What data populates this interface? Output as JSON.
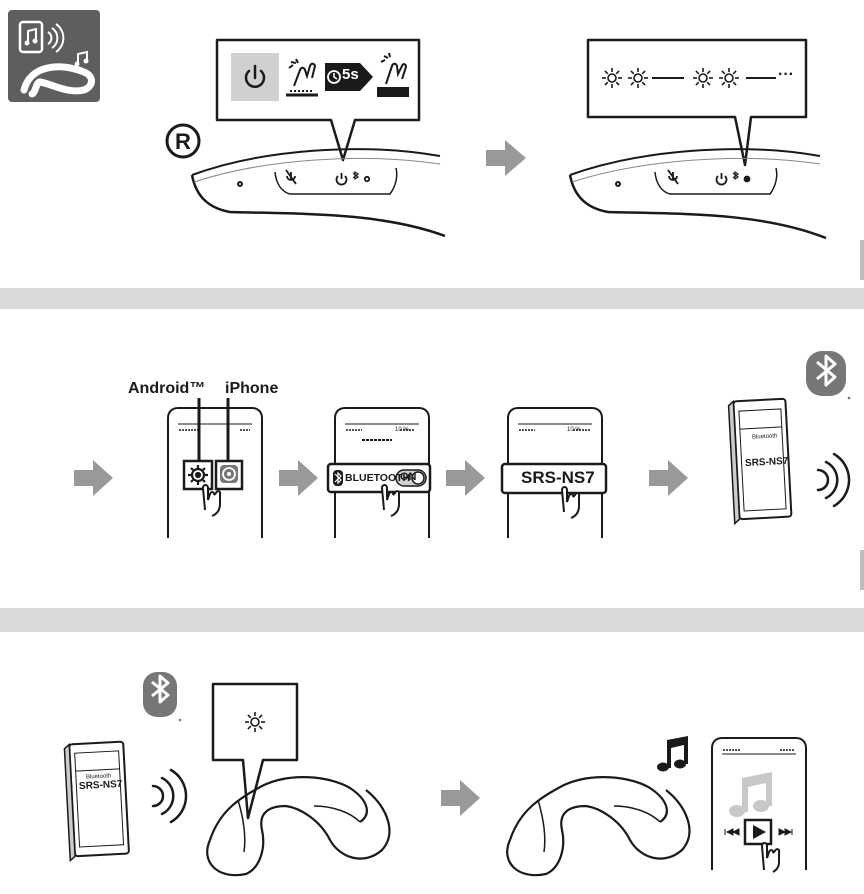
{
  "page": {
    "platform_android": "Android™",
    "platform_iphone": "iPhone",
    "hold_duration": "5s",
    "device_name": "SRS-NS7",
    "bluetooth_label": "BLUETOOTH",
    "toggle_state": "ON",
    "status_time": "10 %",
    "bluetooth_header": "Bluetooth",
    "indicator_sequence_end": "···"
  },
  "colors": {
    "ink": "#1a1a1a",
    "panel_gray": "#5e5e5e",
    "band_gray": "#d9d9d9",
    "arrow_gray": "#999999",
    "highlight_gray": "#d0d0d0",
    "badge_gray": "#777777",
    "note_gray": "#bdbdbd"
  },
  "icons": [
    "music-app-icon",
    "power-icon",
    "press-hand-icon",
    "timer-icon",
    "bluetooth-icon",
    "settings-gear-icon",
    "wave-icon",
    "music-note-icon",
    "play-icon"
  ]
}
